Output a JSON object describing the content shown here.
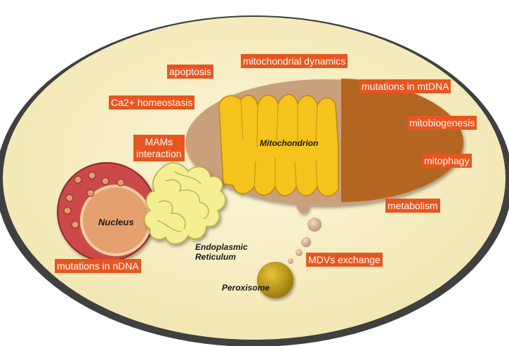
{
  "organelles": {
    "mitochondrion": "Mitochondrion",
    "nucleus": "Nucleus",
    "er_line1": "Endoplasmic",
    "er_line2": "Reticulum",
    "peroxisome": "Peroxisome"
  },
  "processes": {
    "apoptosis": "apoptosis",
    "mito_dynamics": "mitochondrial dynamics",
    "mutations_mtdna": "mutations in mtDNA",
    "ca_homeostasis": "Ca2+ homeostasis",
    "mams_line1": "MAMs",
    "mams_line2": "interaction",
    "mitobiogenesis": "mitobiogenesis",
    "mitophagy": "mitophagy",
    "metabolism": "metabolism",
    "mdvs_exchange": "MDVs exchange",
    "mutations_ndna": "mutations in nDNA"
  },
  "colors": {
    "cell_fill": "#f7f0c4",
    "mito_outer": "#caa07c",
    "mito_cristae": "#f6c21a",
    "mito_dark": "#b56522",
    "nucleus_outer": "#cc4a48",
    "nucleus_inner": "#e6a070",
    "er_fill": "#f6ee92",
    "peroxisome": "#c9a014",
    "label_bg": "#e8561f"
  }
}
